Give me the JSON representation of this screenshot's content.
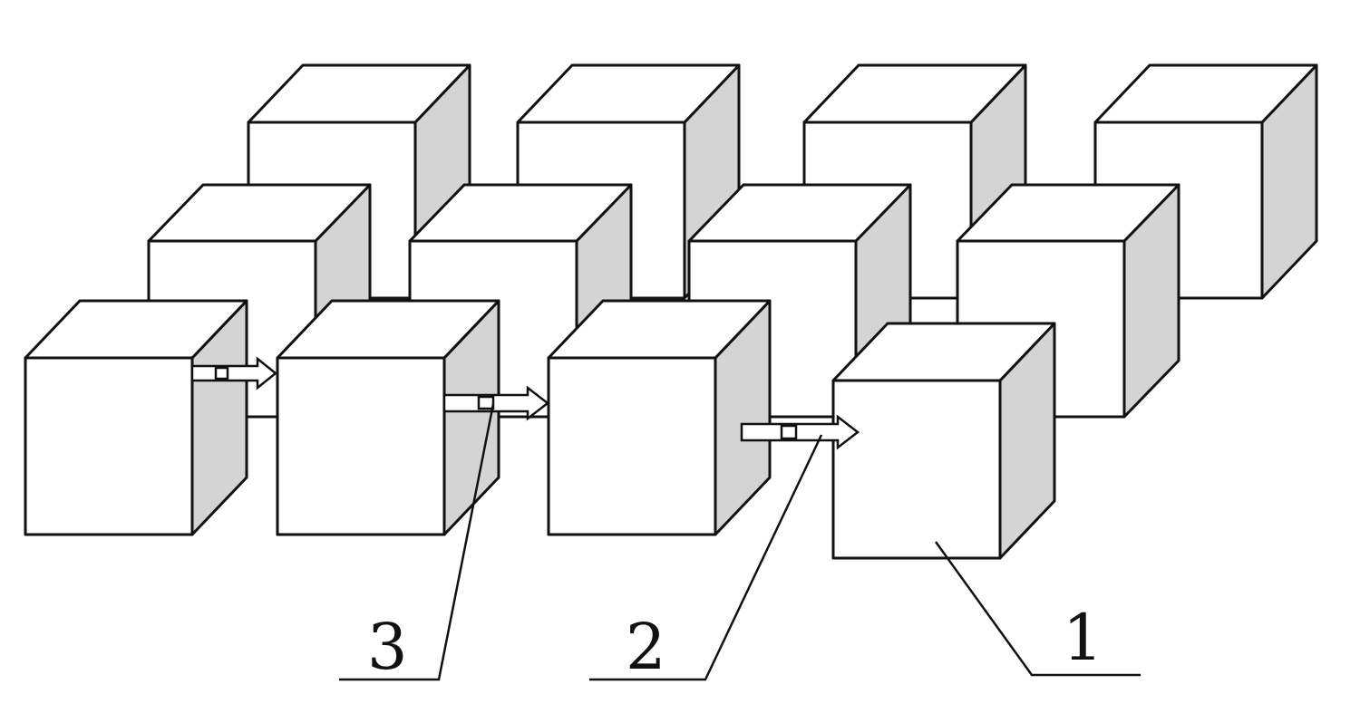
{
  "diagram": {
    "labels": {
      "module": "1",
      "connector": "2",
      "latch": "3"
    },
    "colors": {
      "side_face": "#d4d4d4",
      "outline": "#111111",
      "background": "#ffffff"
    },
    "rows": [
      {
        "name": "back-row",
        "box_count": 4
      },
      {
        "name": "middle-row",
        "box_count": 4
      },
      {
        "name": "front-row",
        "box_count": 4
      }
    ]
  }
}
